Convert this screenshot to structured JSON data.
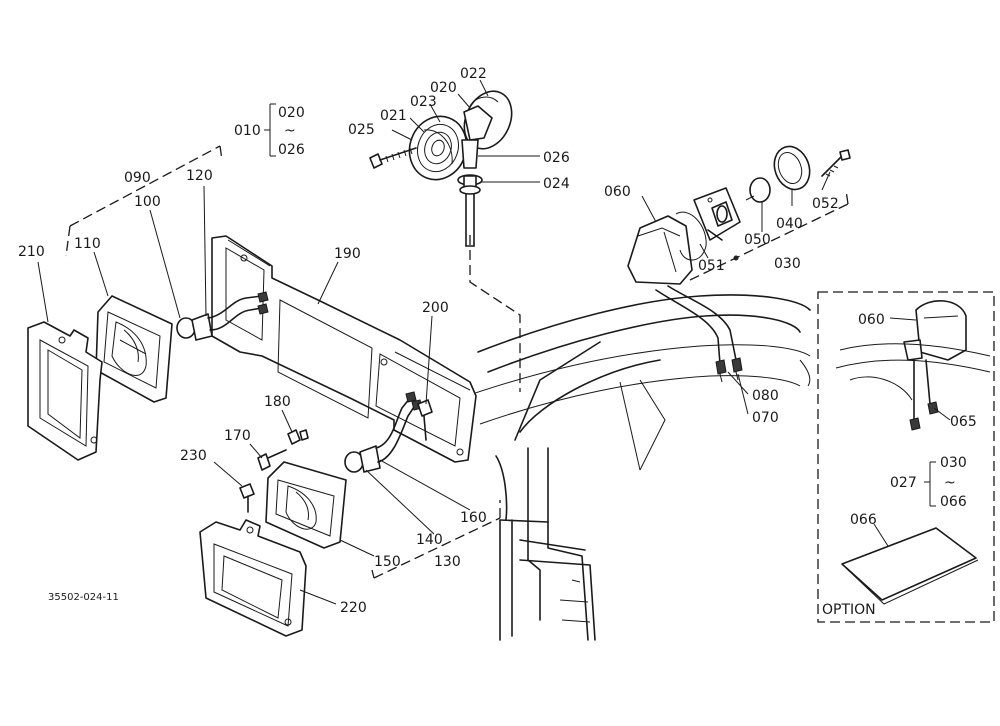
{
  "drawing_number": "35502-024-11",
  "option_label": "OPTION",
  "labels": [
    {
      "id": "010",
      "text": "010"
    },
    {
      "id": "020a",
      "text": "020"
    },
    {
      "id": "tilde1",
      "text": "~"
    },
    {
      "id": "026a",
      "text": "026"
    },
    {
      "id": "025",
      "text": "025"
    },
    {
      "id": "021",
      "text": "021"
    },
    {
      "id": "023",
      "text": "023"
    },
    {
      "id": "020b",
      "text": "020"
    },
    {
      "id": "022",
      "text": "022"
    },
    {
      "id": "026b",
      "text": "026"
    },
    {
      "id": "024",
      "text": "024"
    },
    {
      "id": "090",
      "text": "090"
    },
    {
      "id": "120",
      "text": "120"
    },
    {
      "id": "100",
      "text": "100"
    },
    {
      "id": "110",
      "text": "110"
    },
    {
      "id": "210",
      "text": "210"
    },
    {
      "id": "190",
      "text": "190"
    },
    {
      "id": "200",
      "text": "200"
    },
    {
      "id": "180",
      "text": "180"
    },
    {
      "id": "170",
      "text": "170"
    },
    {
      "id": "230",
      "text": "230"
    },
    {
      "id": "160",
      "text": "160"
    },
    {
      "id": "140",
      "text": "140"
    },
    {
      "id": "130",
      "text": "130"
    },
    {
      "id": "150",
      "text": "150"
    },
    {
      "id": "220",
      "text": "220"
    },
    {
      "id": "060a",
      "text": "060"
    },
    {
      "id": "050",
      "text": "050"
    },
    {
      "id": "040",
      "text": "040"
    },
    {
      "id": "052",
      "text": "052"
    },
    {
      "id": "051",
      "text": "051"
    },
    {
      "id": "030",
      "text": "030"
    },
    {
      "id": "080",
      "text": "080"
    },
    {
      "id": "070",
      "text": "070"
    },
    {
      "id": "060b",
      "text": "060"
    },
    {
      "id": "065",
      "text": "065"
    },
    {
      "id": "027",
      "text": "027"
    },
    {
      "id": "030b",
      "text": "030"
    },
    {
      "id": "tilde2",
      "text": "~"
    },
    {
      "id": "066a",
      "text": "066"
    },
    {
      "id": "066b",
      "text": "066"
    }
  ]
}
